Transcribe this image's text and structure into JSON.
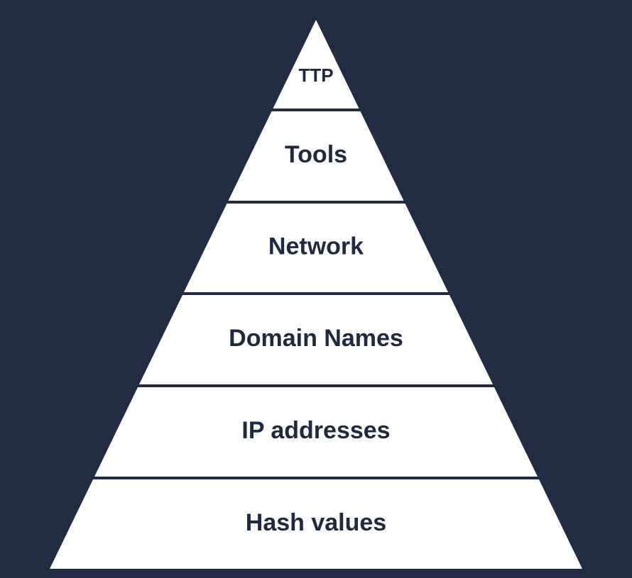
{
  "diagram": {
    "background_color": "#222c43",
    "tier_fill_color": "#ffffff",
    "label_color": "#1f2a40",
    "tiers": [
      {
        "label": "TTP"
      },
      {
        "label": "Tools"
      },
      {
        "label": "Network"
      },
      {
        "label": "Domain Names"
      },
      {
        "label": "IP addresses"
      },
      {
        "label": "Hash values"
      }
    ]
  }
}
